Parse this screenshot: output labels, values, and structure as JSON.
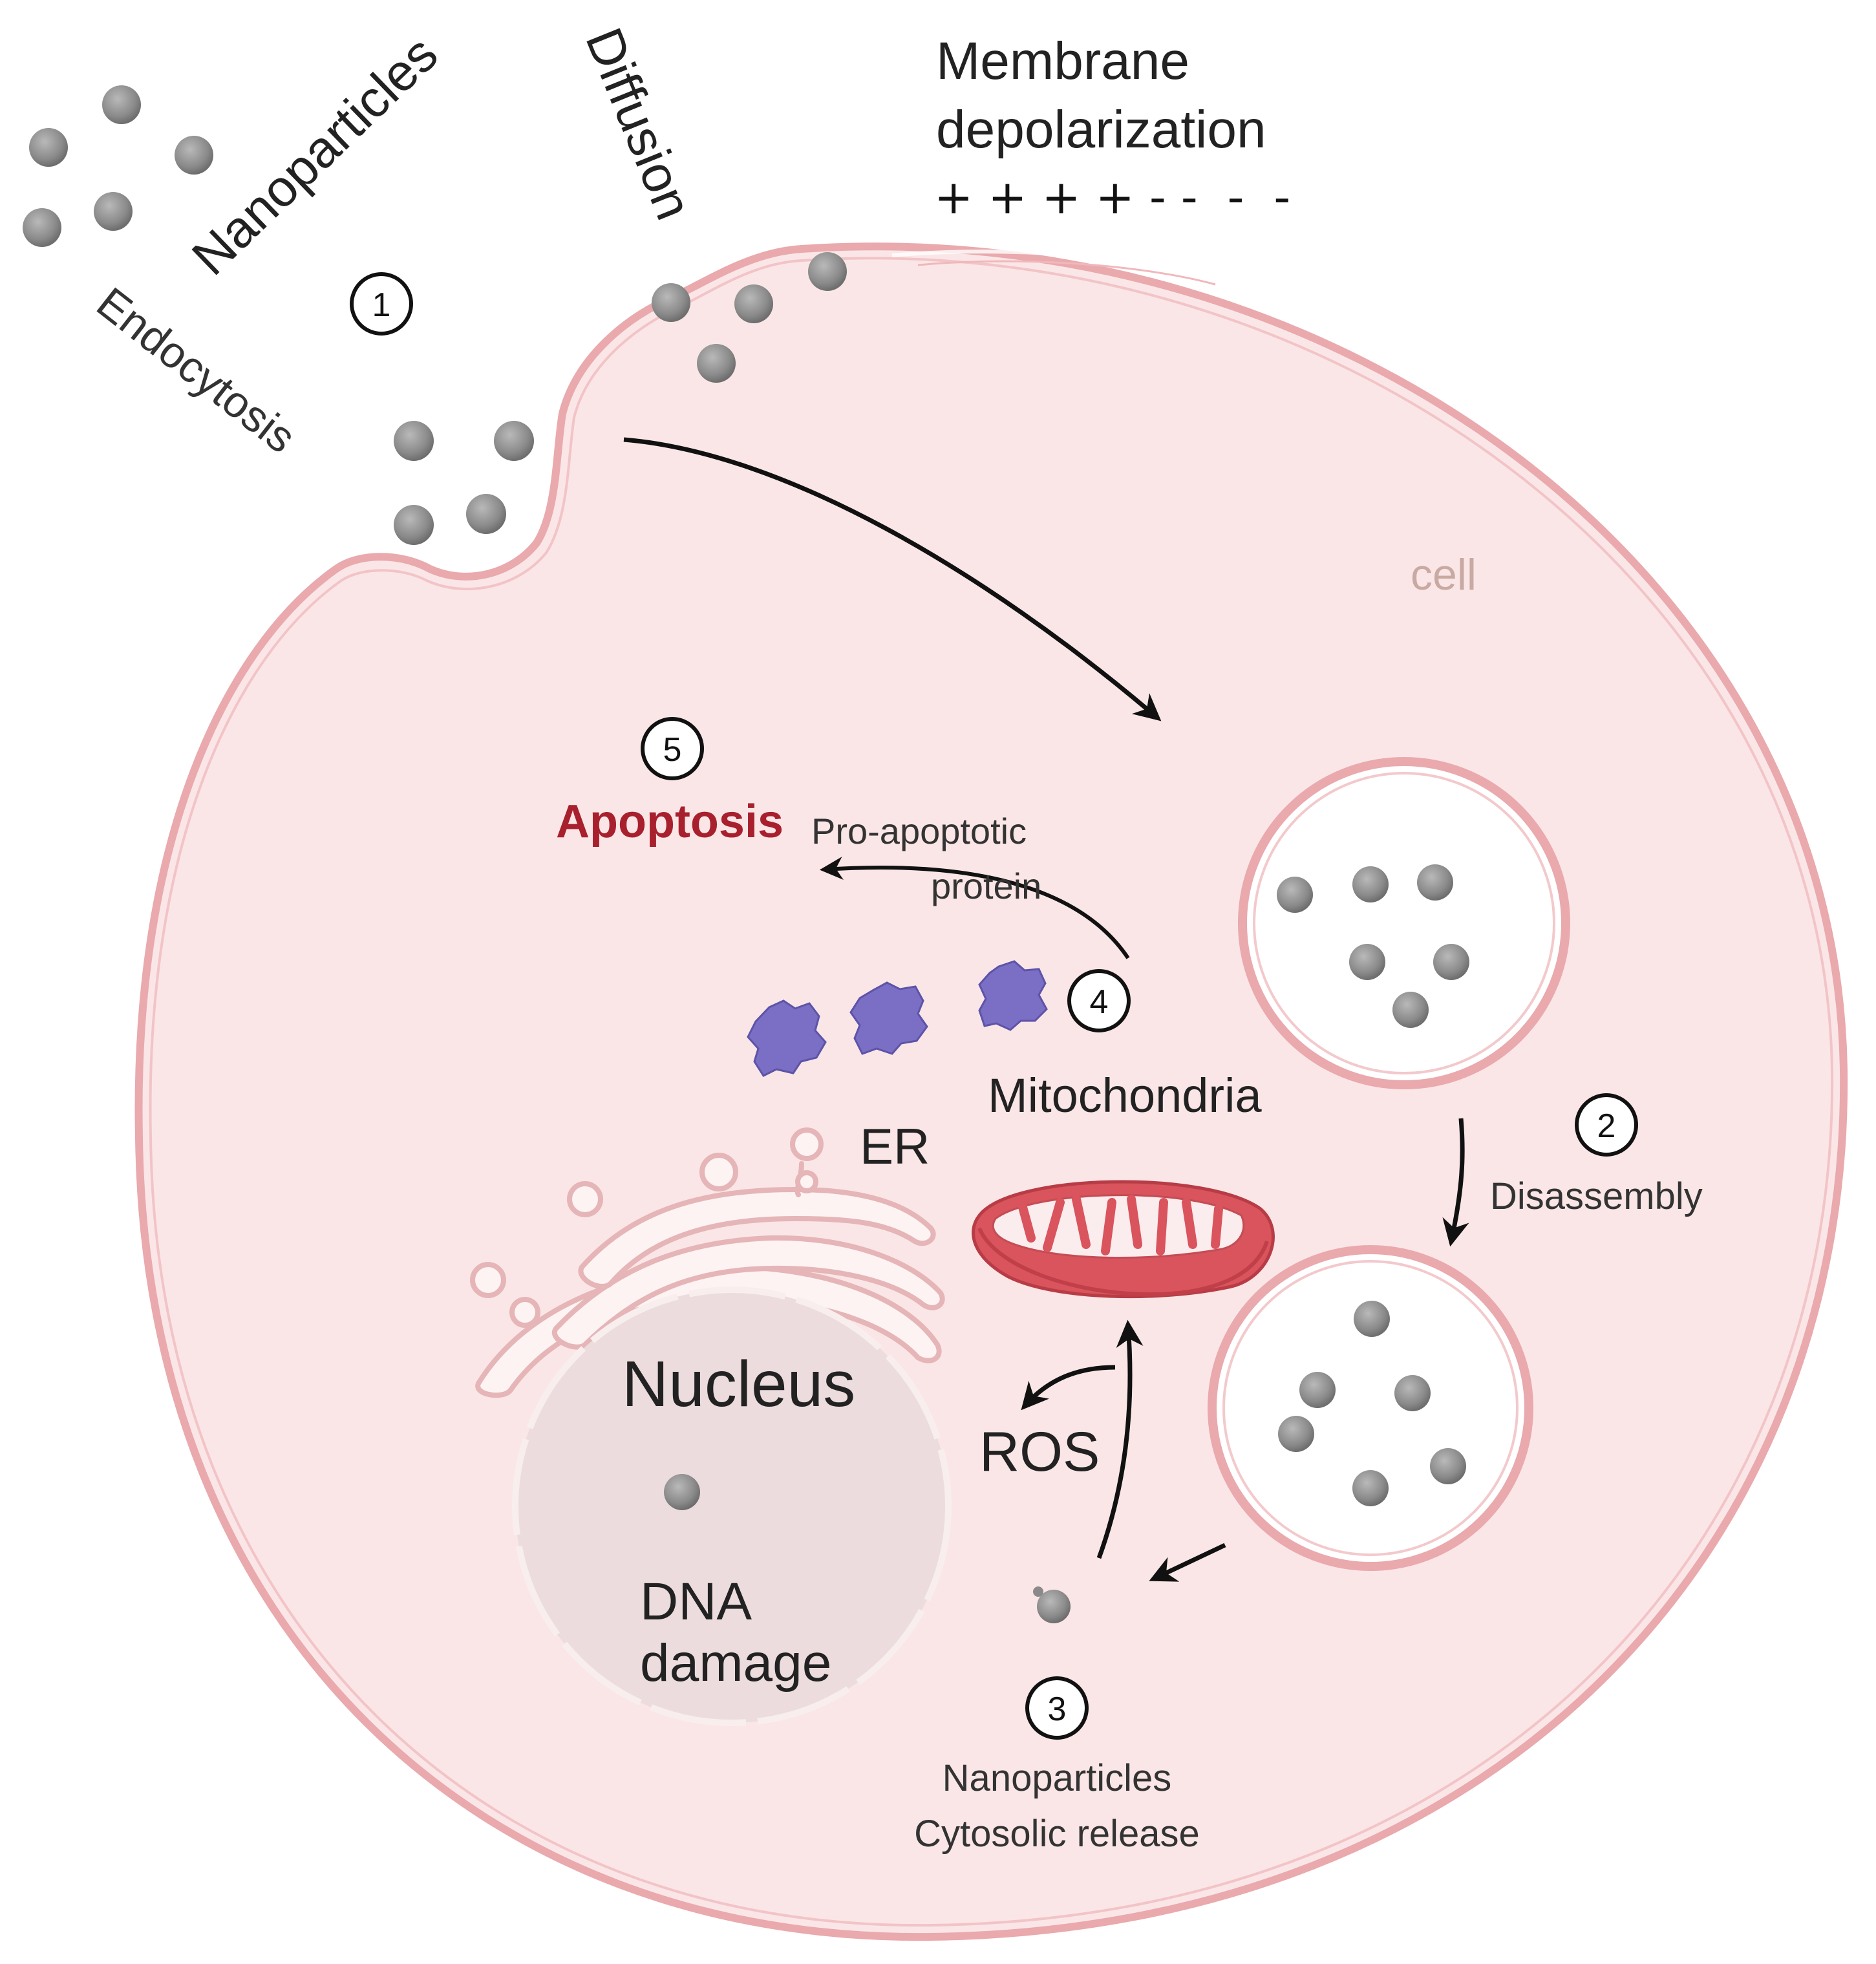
{
  "labels": {
    "nanoparticles": "Nanoparticles",
    "diffusion": "Diffusion",
    "membrane_line1": "Membrane",
    "membrane_line2": "depolarization",
    "charges": "+ + + + - -  -  -",
    "endocytosis": "Endocytosis",
    "cell": "cell",
    "apoptosis": "Apoptosis",
    "pro_apoptotic_line1": "Pro-apoptotic",
    "pro_apoptotic_line2": "protein",
    "mitochondria": "Mitochondria",
    "er": "ER",
    "disassembly": "Disassembly",
    "nucleus": "Nucleus",
    "ros": "ROS",
    "dna_line1": "DNA",
    "dna_line2": "damage",
    "release_line1": "Nanoparticles",
    "release_line2": "Cytosolic release"
  },
  "steps": [
    "1",
    "2",
    "3",
    "4",
    "5"
  ],
  "colors": {
    "cell_fill": "#fbe6e7",
    "membrane": "#e9a9ad",
    "particle": "#8a8a8a",
    "apoptosis": "#a8202d",
    "protein": "#7a6fc4",
    "mitochondria": "#d9545c",
    "nucleus_fill": "#ecdcdd",
    "cell_label": "#c9aaa2"
  }
}
